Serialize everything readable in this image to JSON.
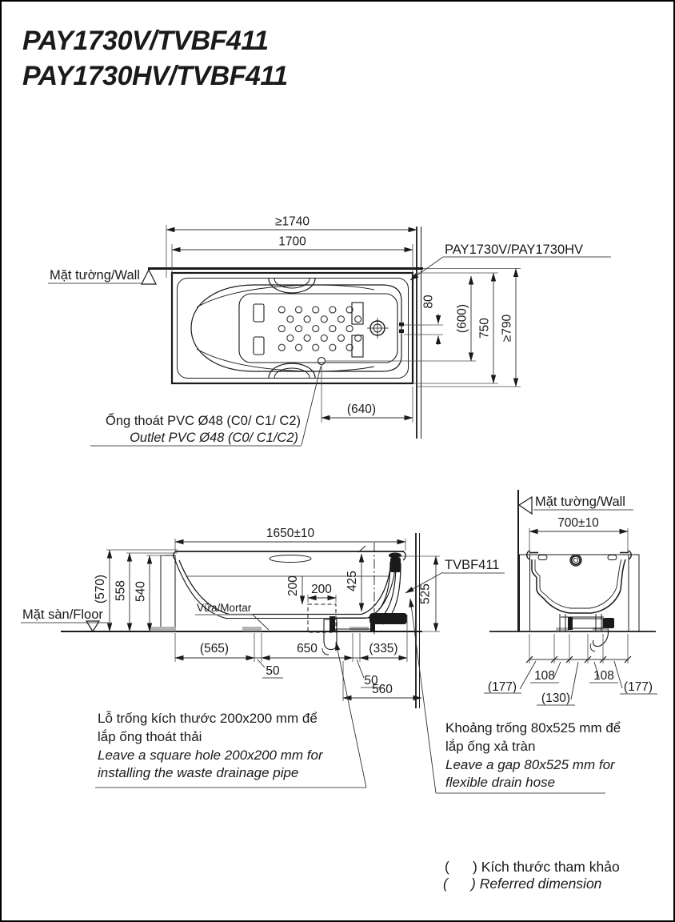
{
  "colors": {
    "ink": "#1a1a1a",
    "muted_line": "#8c8c8c",
    "paper": "#ffffff",
    "pad_gray": "#b3b3b3"
  },
  "title": {
    "line1": "PAY1730V/TVBF411",
    "line2": "PAY1730HV/TVBF411"
  },
  "top_view": {
    "wall_label": "Mặt tường/Wall",
    "model_label": "PAY1730V/PAY1730HV",
    "dim_overall_length": "≥1740",
    "dim_length": "1700",
    "dim_offset_80": "80",
    "dim_width_600": "(600)",
    "dim_width_750": "750",
    "dim_overall_width": "≥790",
    "dim_outlet_640": "(640)",
    "outlet_note_vi": "Ống thoát PVC Ø48 (C0/ C1/ C2)",
    "outlet_note_en": "Outlet PVC Ø48 (C0/ C1/C2)"
  },
  "side_view": {
    "floor_label": "Mặt sàn/Floor",
    "mortar_label": "Vữa/Mortar",
    "valve_label": "TVBF411",
    "dim_length": "1650±10",
    "dim_height_570": "(570)",
    "dim_height_558": "558",
    "dim_height_540": "540",
    "dim_depth_200": "200",
    "dim_hole_200": "200",
    "dim_425": "425",
    "dim_525": "525",
    "dim_565": "(565)",
    "dim_650": "650",
    "dim_335": "(335)",
    "dim_50_left": "50",
    "dim_50_right": "50",
    "dim_560": "560"
  },
  "end_view": {
    "wall_label": "Mặt tường/Wall",
    "dim_width": "700±10",
    "dim_177_left": "(177)",
    "dim_108_left": "108",
    "dim_130": "(130)",
    "dim_108_right": "108",
    "dim_177_right": "(177)"
  },
  "notes": {
    "hole_vi_1": "Lỗ trống kích thước 200x200 mm để",
    "hole_vi_2": "lắp ống thoát thải",
    "hole_en_1": "Leave a square hole  200x200 mm for",
    "hole_en_2": "installing the waste drainage pipe",
    "gap_vi_1": "Khoảng trống 80x525 mm để",
    "gap_vi_2": "lắp ống xả tràn",
    "gap_en_1": "Leave a gap 80x525 mm for",
    "gap_en_2": "flexible drain hose"
  },
  "legend": {
    "referred_vi": "(      ) Kích thước tham khảo",
    "referred_en": "(      ) Referred dimension"
  }
}
